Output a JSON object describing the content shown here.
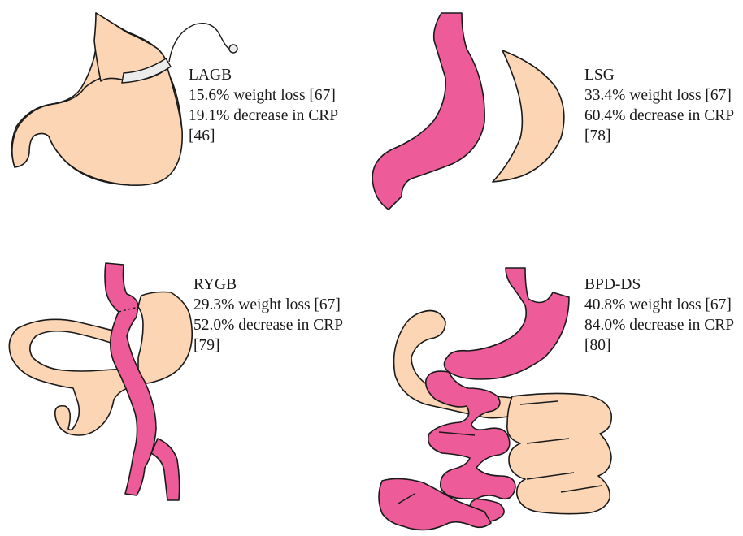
{
  "procedures": [
    {
      "name": "LAGB",
      "weight_loss": "15.6% weight loss [67]",
      "crp": "19.1% decrease in CRP",
      "ref": "[46]"
    },
    {
      "name": "LSG",
      "weight_loss": "33.4% weight loss [67]",
      "crp": "60.4% decrease in CRP",
      "ref": "[78]"
    },
    {
      "name": "RYGB",
      "weight_loss": "29.3% weight loss [67]",
      "crp": "52.0% decrease in CRP",
      "ref": "[79]"
    },
    {
      "name": "BPD-DS",
      "weight_loss": "40.8% weight loss [67]",
      "crp": "84.0% decrease in CRP",
      "ref": "[80]"
    }
  ],
  "colors": {
    "stomach": "#fbd5b4",
    "bypass_tract": "#ee5b99",
    "band": "#ececec",
    "outline": "#1a1a1a"
  }
}
